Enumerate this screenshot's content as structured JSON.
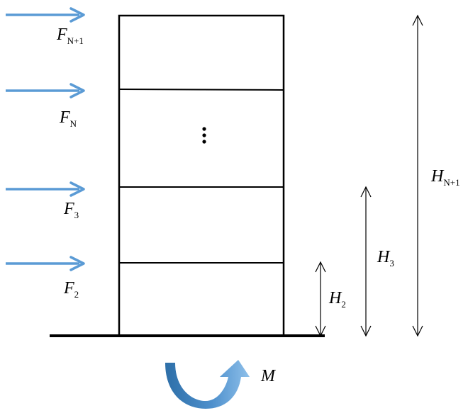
{
  "forces": [
    {
      "main": "F",
      "sub": "N+1"
    },
    {
      "main": "F",
      "sub": "N"
    },
    {
      "main": "F",
      "sub": "3"
    },
    {
      "main": "F",
      "sub": "2"
    }
  ],
  "heights": [
    {
      "main": "H",
      "sub": "N+1"
    },
    {
      "main": "H",
      "sub": "3"
    },
    {
      "main": "H",
      "sub": "2"
    }
  ],
  "ellipsis": "⋮",
  "moment": {
    "main": "M"
  },
  "colors": {
    "force_arrow": "#5b9bd5",
    "moment_dark": "#2e6fa8",
    "moment_light": "#8ec0ea",
    "lines": "#000000"
  }
}
